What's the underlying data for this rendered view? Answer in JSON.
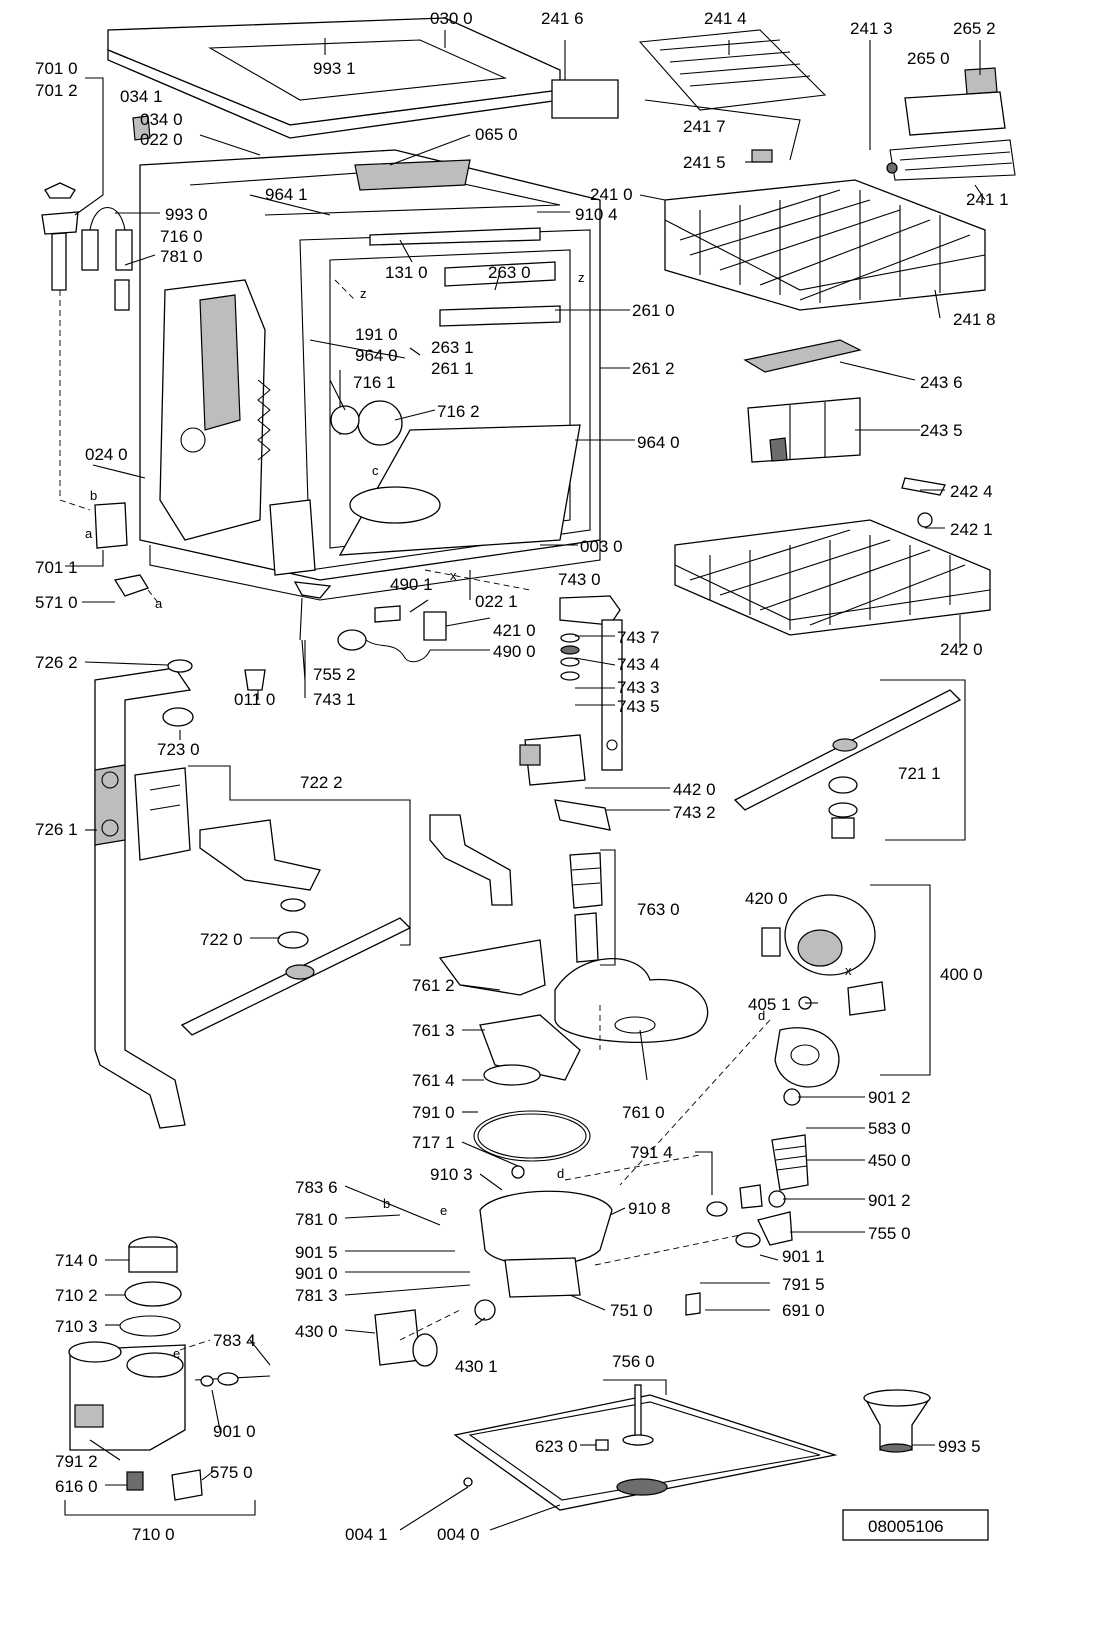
{
  "diagram": {
    "reference_number": "08005106",
    "part_labels": [
      {
        "id": "030_0",
        "text": "030 0"
      },
      {
        "id": "993_1",
        "text": "993 1"
      },
      {
        "id": "701_0",
        "text": "701 0"
      },
      {
        "id": "701_2",
        "text": "701 2"
      },
      {
        "id": "034_1",
        "text": "034 1"
      },
      {
        "id": "034_0",
        "text": "034 0"
      },
      {
        "id": "022_0",
        "text": "022 0"
      },
      {
        "id": "065_0",
        "text": "065 0"
      },
      {
        "id": "241_6",
        "text": "241 6"
      },
      {
        "id": "241_4",
        "text": "241 4"
      },
      {
        "id": "241_3",
        "text": "241 3"
      },
      {
        "id": "265_2",
        "text": "265 2"
      },
      {
        "id": "265_0",
        "text": "265 0"
      },
      {
        "id": "241_7",
        "text": "241 7"
      },
      {
        "id": "241_5",
        "text": "241 5"
      },
      {
        "id": "241_1",
        "text": "241 1"
      },
      {
        "id": "241_0",
        "text": "241 0"
      },
      {
        "id": "910_4",
        "text": "910 4"
      },
      {
        "id": "964_1",
        "text": "964 1"
      },
      {
        "id": "993_0",
        "text": "993 0"
      },
      {
        "id": "716_0",
        "text": "716 0"
      },
      {
        "id": "781_0_top",
        "text": "781 0"
      },
      {
        "id": "131_0",
        "text": "131 0"
      },
      {
        "id": "263_0",
        "text": "263 0"
      },
      {
        "id": "261_0",
        "text": "261 0"
      },
      {
        "id": "241_8",
        "text": "241 8"
      },
      {
        "id": "191_0",
        "text": "191 0"
      },
      {
        "id": "964_0_a",
        "text": "964 0"
      },
      {
        "id": "263_1",
        "text": "263 1"
      },
      {
        "id": "261_1",
        "text": "261 1"
      },
      {
        "id": "261_2",
        "text": "261 2"
      },
      {
        "id": "243_6",
        "text": "243 6"
      },
      {
        "id": "716_1",
        "text": "716 1"
      },
      {
        "id": "716_2",
        "text": "716 2"
      },
      {
        "id": "243_5",
        "text": "243 5"
      },
      {
        "id": "964_0_b",
        "text": "964 0"
      },
      {
        "id": "024_0",
        "text": "024 0"
      },
      {
        "id": "242_4",
        "text": "242 4"
      },
      {
        "id": "242_1",
        "text": "242 1"
      },
      {
        "id": "701_1",
        "text": "701 1"
      },
      {
        "id": "003_0",
        "text": "003 0"
      },
      {
        "id": "571_0",
        "text": "571 0"
      },
      {
        "id": "743_0",
        "text": "743 0"
      },
      {
        "id": "490_1",
        "text": "490 1"
      },
      {
        "id": "022_1",
        "text": "022 1"
      },
      {
        "id": "421_0",
        "text": "421 0"
      },
      {
        "id": "490_0",
        "text": "490 0"
      },
      {
        "id": "743_7",
        "text": "743 7"
      },
      {
        "id": "242_0",
        "text": "242 0"
      },
      {
        "id": "726_2",
        "text": "726 2"
      },
      {
        "id": "755_2",
        "text": "755 2"
      },
      {
        "id": "743_4",
        "text": "743 4"
      },
      {
        "id": "743_3",
        "text": "743 3"
      },
      {
        "id": "011_0",
        "text": "011 0"
      },
      {
        "id": "743_1",
        "text": "743 1"
      },
      {
        "id": "743_5",
        "text": "743 5"
      },
      {
        "id": "723_0",
        "text": "723 0"
      },
      {
        "id": "442_0",
        "text": "442 0"
      },
      {
        "id": "722_2",
        "text": "722 2"
      },
      {
        "id": "721_1",
        "text": "721 1"
      },
      {
        "id": "726_1",
        "text": "726 1"
      },
      {
        "id": "743_2",
        "text": "743 2"
      },
      {
        "id": "763_0",
        "text": "763 0"
      },
      {
        "id": "420_0",
        "text": "420 0"
      },
      {
        "id": "722_0",
        "text": "722 0"
      },
      {
        "id": "761_2",
        "text": "761 2"
      },
      {
        "id": "400_0",
        "text": "400 0"
      },
      {
        "id": "405_1",
        "text": "405 1"
      },
      {
        "id": "761_3",
        "text": "761 3"
      },
      {
        "id": "761_4",
        "text": "761 4"
      },
      {
        "id": "901_2_a",
        "text": "901 2"
      },
      {
        "id": "791_0",
        "text": "791 0"
      },
      {
        "id": "761_0",
        "text": "761 0"
      },
      {
        "id": "583_0",
        "text": "583 0"
      },
      {
        "id": "717_1",
        "text": "717 1"
      },
      {
        "id": "791_4",
        "text": "791 4"
      },
      {
        "id": "450_0",
        "text": "450 0"
      },
      {
        "id": "910_3",
        "text": "910 3"
      },
      {
        "id": "783_6",
        "text": "783 6"
      },
      {
        "id": "910_8",
        "text": "910 8"
      },
      {
        "id": "901_2_b",
        "text": "901 2"
      },
      {
        "id": "781_0_bottom",
        "text": "781 0"
      },
      {
        "id": "755_0",
        "text": "755 0"
      },
      {
        "id": "714_0",
        "text": "714 0"
      },
      {
        "id": "901_5",
        "text": "901 5"
      },
      {
        "id": "901_1",
        "text": "901 1"
      },
      {
        "id": "901_0_a",
        "text": "901 0"
      },
      {
        "id": "791_5",
        "text": "791 5"
      },
      {
        "id": "710_2",
        "text": "710 2"
      },
      {
        "id": "781_3",
        "text": "781 3"
      },
      {
        "id": "751_0",
        "text": "751 0"
      },
      {
        "id": "691_0",
        "text": "691 0"
      },
      {
        "id": "710_3",
        "text": "710 3"
      },
      {
        "id": "783_4",
        "text": "783 4"
      },
      {
        "id": "430_0",
        "text": "430 0"
      },
      {
        "id": "430_1",
        "text": "430 1"
      },
      {
        "id": "756_0",
        "text": "756 0"
      },
      {
        "id": "623_0",
        "text": "623 0"
      },
      {
        "id": "993_5",
        "text": "993 5"
      },
      {
        "id": "901_0_b",
        "text": "901 0"
      },
      {
        "id": "791_2",
        "text": "791 2"
      },
      {
        "id": "575_0",
        "text": "575 0"
      },
      {
        "id": "616_0",
        "text": "616 0"
      },
      {
        "id": "710_0",
        "text": "710 0"
      },
      {
        "id": "004_1",
        "text": "004 1"
      },
      {
        "id": "004_0",
        "text": "004 0"
      }
    ],
    "connector_letters": [
      "a",
      "b",
      "c",
      "d",
      "e",
      "x",
      "z"
    ]
  }
}
